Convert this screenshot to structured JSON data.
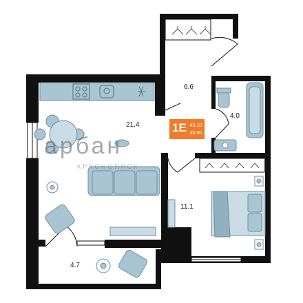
{
  "apartment": {
    "code": "1E",
    "area_living": "43.10",
    "area_total": "45.50"
  },
  "rooms": {
    "living": "21.4",
    "hall": "6.6",
    "bath": "4.0",
    "bedroom": "11.1",
    "balcony": "4.7"
  },
  "watermark": {
    "main": "арбан",
    "sub": "КРАСНОЯРСК"
  },
  "colors": {
    "wall": "#111111",
    "furniture": "#a9c5d2",
    "furniture_stroke": "#6f8e9c",
    "badge": "#f07b2a"
  }
}
